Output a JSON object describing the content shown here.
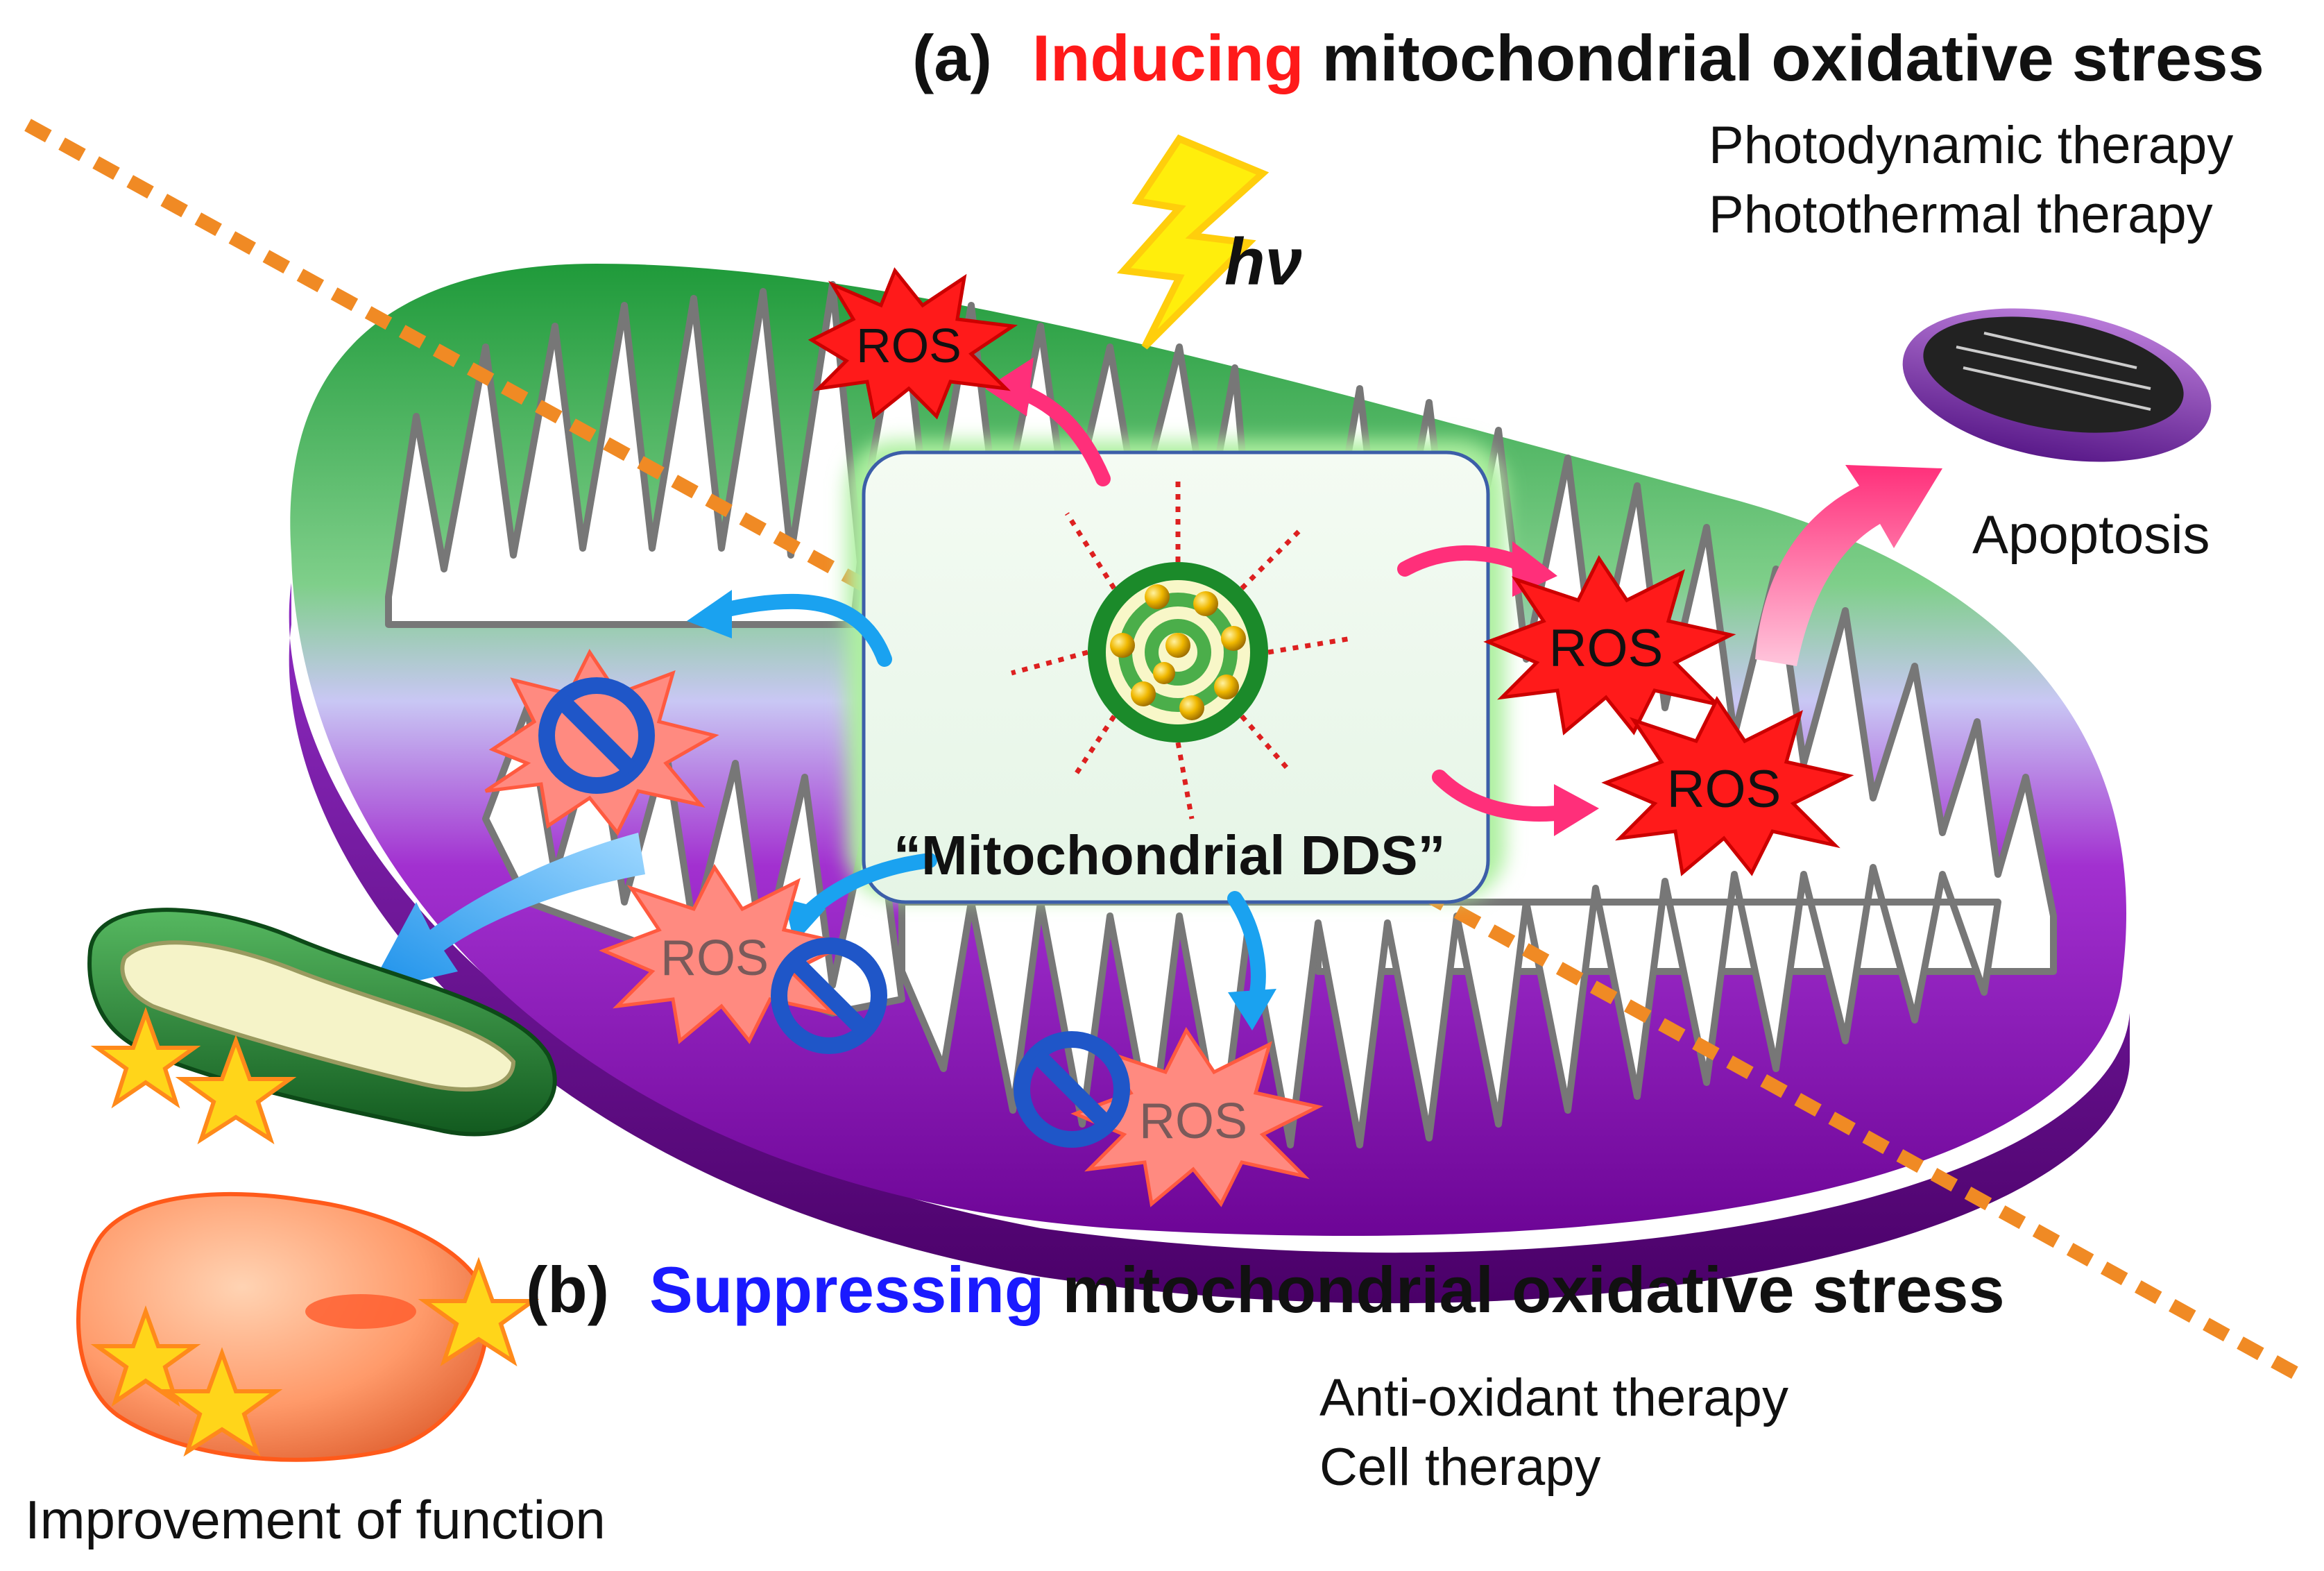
{
  "section_a": {
    "letter": "(a)",
    "keyword": "Inducing",
    "rest": " mitochondrial oxidative stress",
    "therapies": [
      "Photodynamic therapy",
      "Photothermal therapy"
    ]
  },
  "section_b": {
    "letter": "(b)",
    "keyword": "Suppressing",
    "rest": " mitochondrial oxidative stress",
    "therapies": [
      "Anti-oxidant therapy",
      "Cell therapy"
    ]
  },
  "light_label": "hν",
  "center_label": "“Mitochondrial DDS”",
  "ros_label": "ROS",
  "apoptosis_label": "Apoptosis",
  "improvement_label": "Improvement of function",
  "colors": {
    "induce_red": "#ff1a1a",
    "suppress_blue": "#1a1aff",
    "membrane_green": "#1f9a3a",
    "membrane_purple": "#8c0fc0",
    "divider_orange": "#f08a24",
    "pink_arrow": "#ff2f7a",
    "blue_arrow": "#1aa2f0",
    "ros_star": "#ff1a1a",
    "inhibit_ring": "#1f56c8"
  },
  "icons": [
    "lightning-bolt-icon",
    "no-symbol-icon",
    "star-icon",
    "nanoparticle-icon"
  ]
}
